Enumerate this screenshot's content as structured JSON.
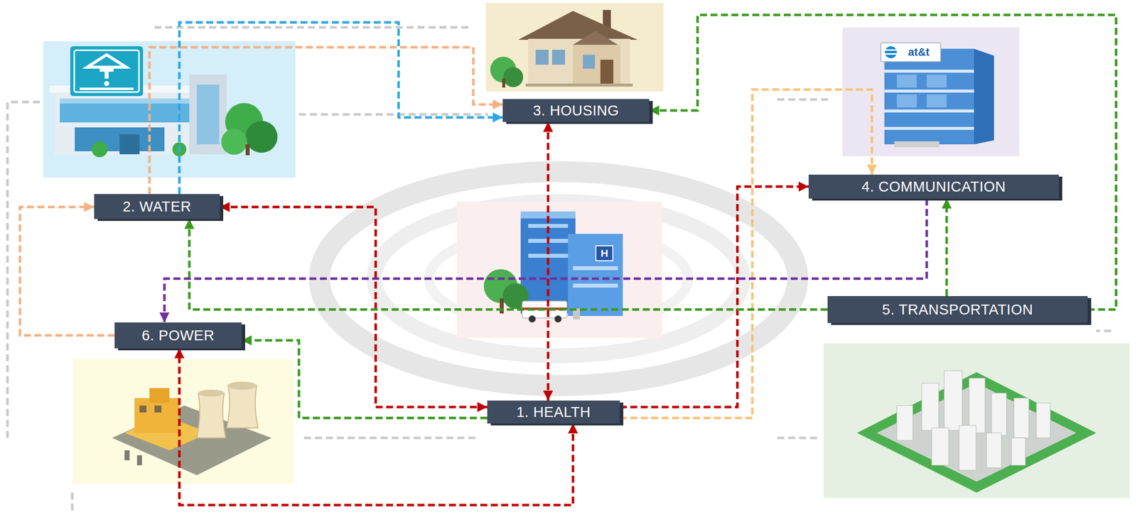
{
  "diagram": {
    "nodes": [
      {
        "text": [
          "1. HEALTH"
        ]
      },
      {
        "text": [
          "2. WATER"
        ]
      },
      {
        "text": [
          "3. HOUSING"
        ]
      },
      {
        "text": [
          "4. COMMUNICATION"
        ]
      },
      {
        "text": [
          "5. TRANSPORTATION"
        ]
      },
      {
        "text": [
          "6. POWER"
        ]
      }
    ],
    "edges": [
      {
        "from": 1,
        "to": 2,
        "arrow": "to"
      },
      {
        "from": 1,
        "to": 2,
        "arrow": "to"
      },
      {
        "from": 5,
        "to": 1,
        "arrow": "to"
      },
      {
        "from": 0,
        "to": 1,
        "arrow": "both"
      },
      {
        "from": 0,
        "to": 2,
        "arrow": "both"
      },
      {
        "from": 0,
        "to": 3,
        "arrow": "to"
      },
      {
        "from": 0,
        "to": 5,
        "arrow": "both"
      },
      {
        "from": 0,
        "to": 5,
        "arrow": "to"
      },
      {
        "from": 0,
        "to": 3,
        "arrow": "to"
      },
      {
        "from": 4,
        "to": 2,
        "arrow": "to"
      },
      {
        "from": 4,
        "to": 3,
        "arrow": "to"
      },
      {
        "from": 4,
        "to": 1,
        "arrow": "to"
      },
      {
        "from": 3,
        "to": 5,
        "arrow": "to"
      }
    ],
    "labels": [
      "at&t",
      "H"
    ]
  }
}
